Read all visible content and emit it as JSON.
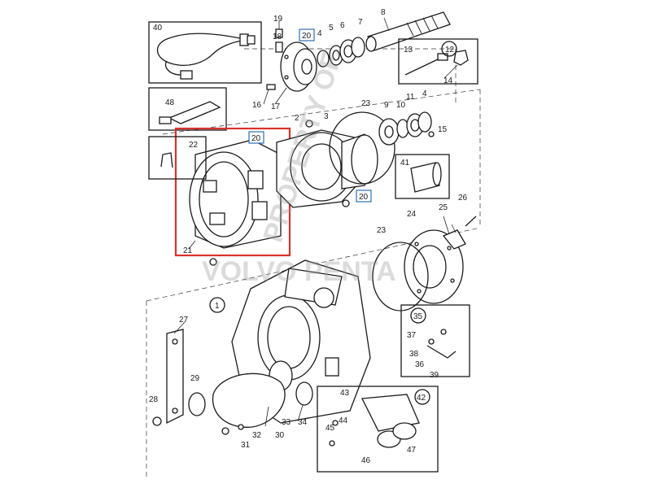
{
  "callouts": {
    "c1": "1",
    "c2": "2",
    "c3": "3",
    "c4": "4",
    "c4b": "4",
    "c5": "5",
    "c6": "6",
    "c7": "7",
    "c8": "8",
    "c9": "9",
    "c10": "10",
    "c11": "11",
    "c12": "12",
    "c13": "13",
    "c14": "14",
    "c15": "15",
    "c16": "16",
    "c17": "17",
    "c18": "18",
    "c19": "19",
    "c21": "21",
    "c22": "22",
    "c23": "23",
    "c23b": "23",
    "c24": "24",
    "c25": "25",
    "c26": "26",
    "c27": "27",
    "c28": "28",
    "c29": "29",
    "c30": "30",
    "c31": "31",
    "c32": "32",
    "c33": "33",
    "c34": "34",
    "c35": "35",
    "c36": "36",
    "c37": "37",
    "c38": "38",
    "c39": "39",
    "c40": "40",
    "c41": "41",
    "c42": "42",
    "c43": "43",
    "c44": "44",
    "c45": "45",
    "c46": "46",
    "c47": "47",
    "c48": "48"
  },
  "badges": {
    "b20a": "20",
    "b20b": "20",
    "b20c": "20"
  },
  "watermark": {
    "line1": "PROPERTY OF",
    "line2": "VOLVO PENTA"
  },
  "colors": {
    "highlight": "#d9322e",
    "badge_border": "#2a6fb0",
    "line": "#1a1a1a"
  }
}
